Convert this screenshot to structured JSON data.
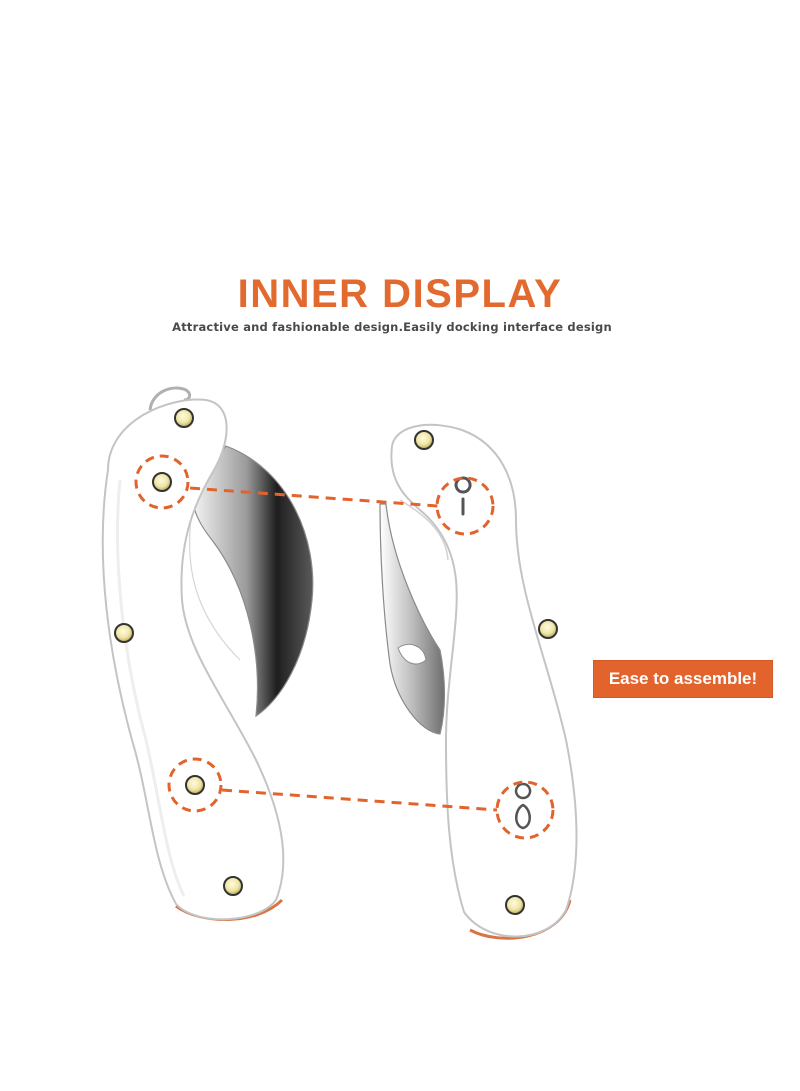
{
  "header": {
    "title": "INNER DISPLAY",
    "subtitle": "Attractive and fashionable design.Easily docking interface design"
  },
  "badge": {
    "label": "Ease to assemble!"
  },
  "colors": {
    "accent": "#e3632c",
    "rivet": "#e8e09a",
    "outline": "#c8c8c8",
    "blade": "#2e2e2e"
  }
}
